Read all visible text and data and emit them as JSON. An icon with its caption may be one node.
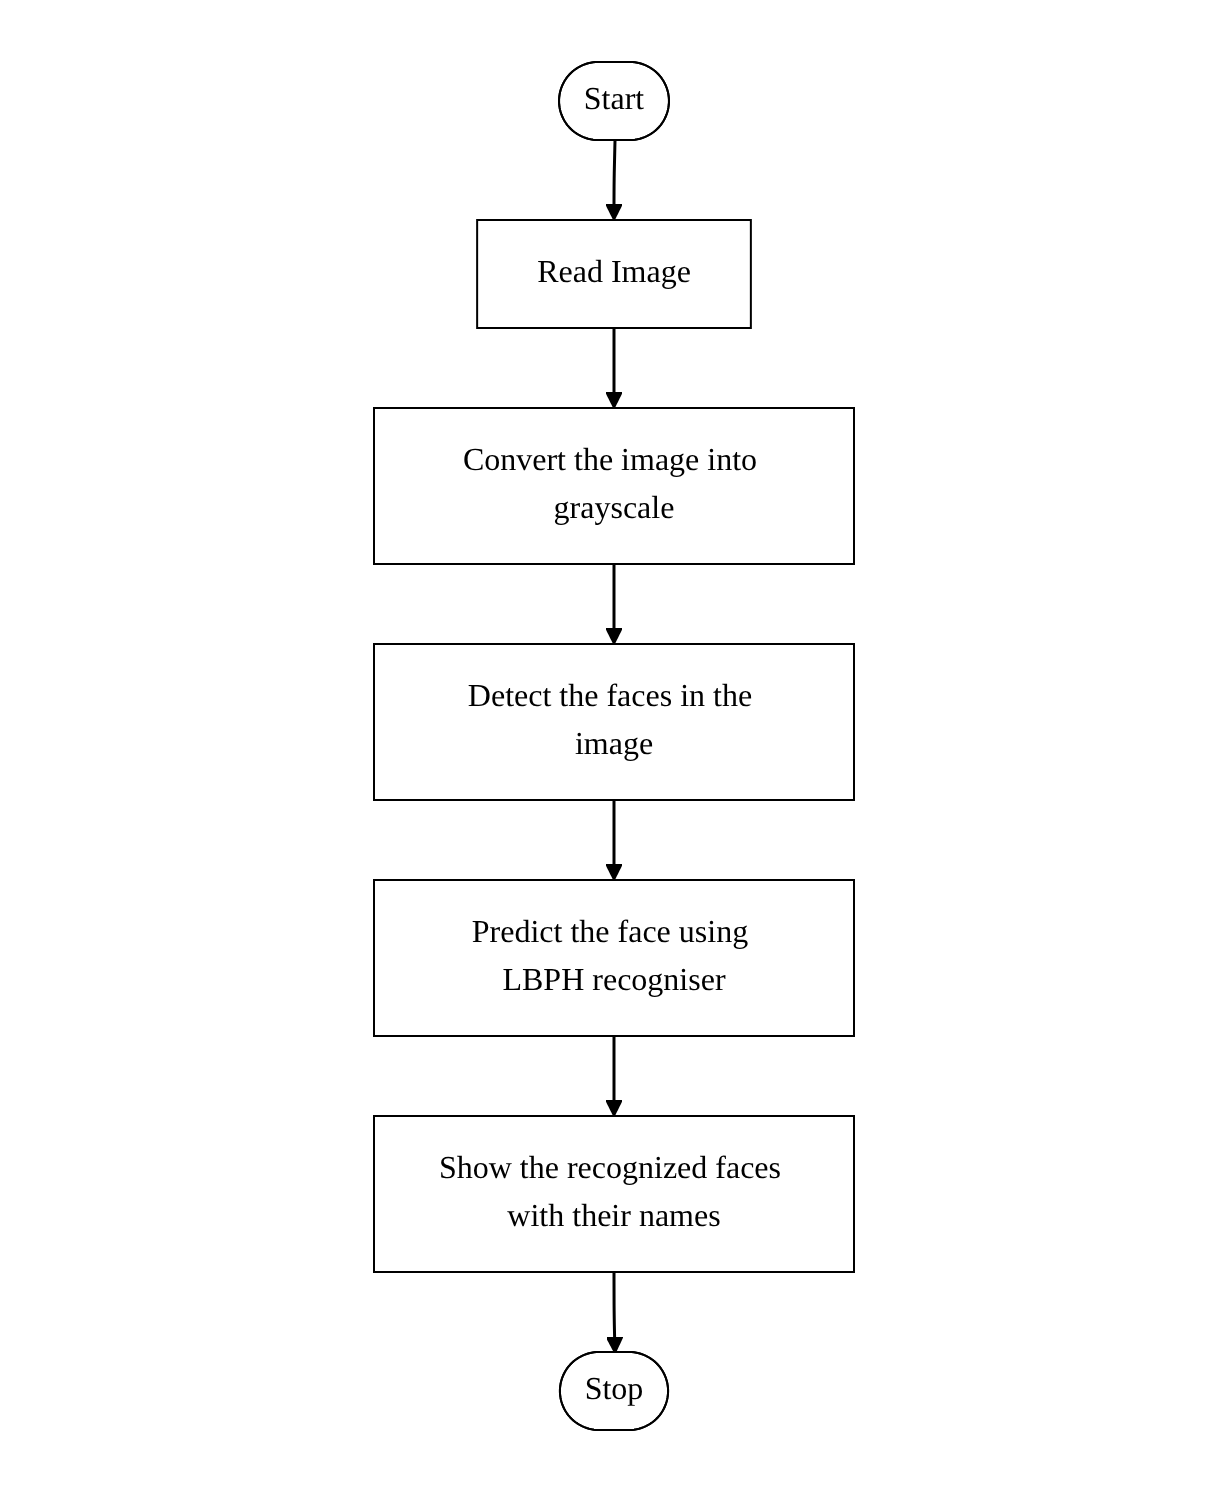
{
  "diagram": {
    "nodes": [
      {
        "text": [
          "Start"
        ]
      },
      {
        "text": [
          "Read Image"
        ]
      },
      {
        "text": [
          "Convert the image into grayscale"
        ]
      },
      {
        "text": [
          "Detect the faces in the image"
        ]
      },
      {
        "text": [
          "Predict the face using LBPH recogniser"
        ]
      },
      {
        "text": [
          "Show the recognized faces with their names"
        ]
      },
      {
        "text": [
          "Stop"
        ]
      }
    ],
    "edges": [
      {
        "from": 0,
        "to": 1,
        "arrow": "to"
      },
      {
        "from": 1,
        "to": 2,
        "arrow": "to"
      },
      {
        "from": 2,
        "to": 3,
        "arrow": "to"
      },
      {
        "from": 3,
        "to": 4,
        "arrow": "to"
      },
      {
        "from": 4,
        "to": 5,
        "arrow": "to"
      },
      {
        "from": 5,
        "to": 6,
        "arrow": "to"
      }
    ]
  }
}
